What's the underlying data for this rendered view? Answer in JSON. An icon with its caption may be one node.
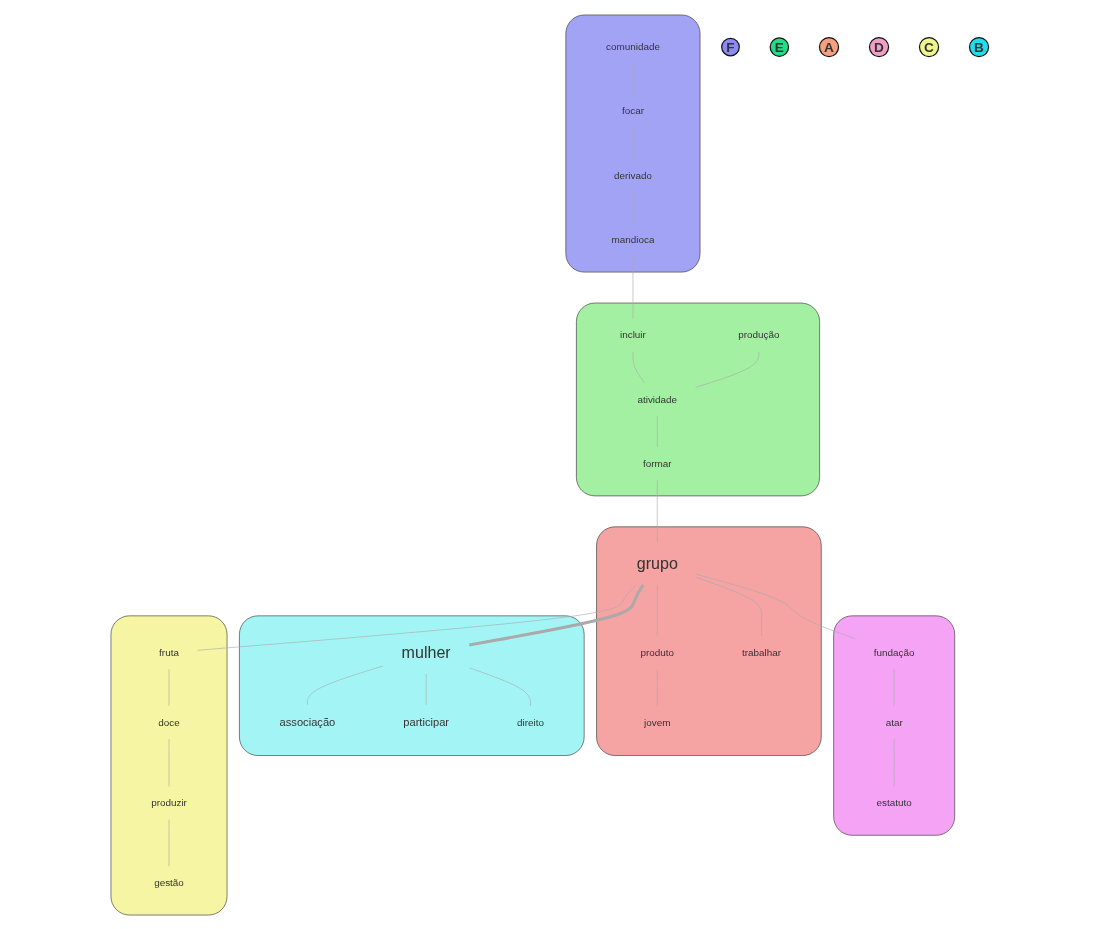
{
  "diagram": {
    "nodes": [
      {
        "text": [],
        "shape": "box"
      },
      {
        "text": [
          "comunidade"
        ],
        "in": 0
      },
      {
        "text": [
          "focar"
        ],
        "in": 0
      },
      {
        "text": [
          "derivado"
        ],
        "in": 0
      },
      {
        "text": [
          "mandioca"
        ],
        "in": 0
      },
      {
        "text": [
          "F"
        ]
      },
      {
        "text": [],
        "shape": "box"
      },
      {
        "text": [
          "incluir"
        ],
        "in": 6
      },
      {
        "text": [
          "produção"
        ],
        "in": 6
      },
      {
        "text": [
          "atividade"
        ],
        "in": 6
      },
      {
        "text": [
          "formar"
        ],
        "in": 6
      },
      {
        "text": [
          "E"
        ]
      },
      {
        "text": [
          "A"
        ]
      },
      {
        "text": [],
        "shape": "box"
      },
      {
        "text": [
          "jovem"
        ],
        "in": 13
      },
      {
        "text": [
          "produto"
        ],
        "in": 13
      },
      {
        "text": [
          "trabalhar"
        ],
        "in": 13
      },
      {
        "text": [
          "grupo"
        ],
        "in": 13
      },
      {
        "text": [
          "D"
        ]
      },
      {
        "text": [],
        "shape": "box"
      },
      {
        "text": [
          "fundação"
        ],
        "in": 19
      },
      {
        "text": [
          "atar"
        ],
        "in": 19
      },
      {
        "text": [
          "estatuto"
        ],
        "in": 19
      },
      {
        "text": [],
        "shape": "box"
      },
      {
        "text": [
          "mulher"
        ],
        "in": 23
      },
      {
        "text": [
          "associação"
        ],
        "in": 23
      },
      {
        "text": [
          "participar"
        ],
        "in": 23
      },
      {
        "text": [
          "direito"
        ],
        "in": 23
      },
      {
        "text": [],
        "shape": "box"
      },
      {
        "text": [
          "fruta"
        ],
        "in": 28
      },
      {
        "text": [
          "doce"
        ],
        "in": 28
      },
      {
        "text": [
          "produzir"
        ],
        "in": 28
      },
      {
        "text": [
          "gestão"
        ],
        "in": 28
      },
      {
        "text": [
          "C"
        ]
      },
      {
        "text": [
          "B"
        ]
      }
    ],
    "edges": [
      {
        "from": 1,
        "to": 2,
        "arrow": "none"
      },
      {
        "from": 2,
        "to": 3,
        "arrow": "none"
      },
      {
        "from": 3,
        "to": 4,
        "arrow": "none"
      },
      {
        "from": 4,
        "to": 7,
        "arrow": "none"
      },
      {
        "from": 7,
        "to": 9,
        "arrow": "none"
      },
      {
        "from": 8,
        "to": 9,
        "arrow": "none"
      },
      {
        "from": 9,
        "to": 10,
        "arrow": "none"
      },
      {
        "from": 10,
        "to": 17,
        "arrow": "none"
      },
      {
        "from": 17,
        "to": 15,
        "arrow": "none"
      },
      {
        "from": 15,
        "to": 14,
        "arrow": "none"
      },
      {
        "from": 17,
        "to": 16,
        "arrow": "none"
      },
      {
        "from": 17,
        "to": 20,
        "arrow": "none"
      },
      {
        "from": 20,
        "to": 21,
        "arrow": "none"
      },
      {
        "from": 21,
        "to": 22,
        "arrow": "none"
      },
      {
        "from": 17,
        "to": 24,
        "arrow": "none",
        "style": "thick"
      },
      {
        "from": 24,
        "to": 25,
        "arrow": "none"
      },
      {
        "from": 24,
        "to": 27,
        "arrow": "none"
      },
      {
        "from": 24,
        "to": 26,
        "arrow": "none"
      },
      {
        "from": 17,
        "to": 29,
        "arrow": "none"
      },
      {
        "from": 29,
        "to": 30,
        "arrow": "none"
      },
      {
        "from": 30,
        "to": 31,
        "arrow": "none"
      },
      {
        "from": 31,
        "to": 32,
        "arrow": "none"
      }
    ]
  }
}
